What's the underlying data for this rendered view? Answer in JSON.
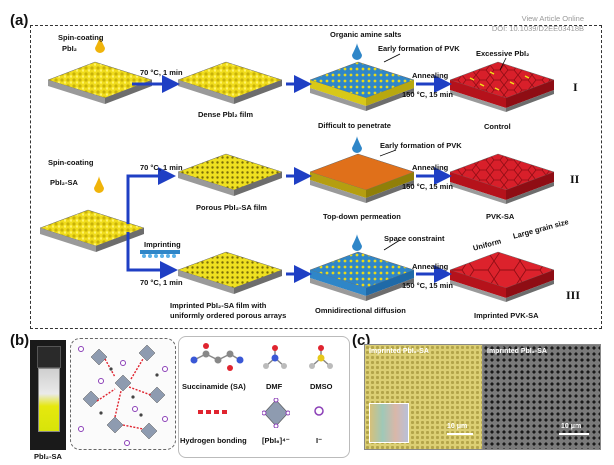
{
  "header": {
    "view_article": "View Article Online",
    "doi": "DOI: 10.1039/D2EE03418B"
  },
  "panel_a": {
    "letter": "(a)",
    "top_label_spincoating_1": "Spin-coating",
    "pbi2": "PbI₂",
    "step_70c": "70 °C, 1 min",
    "organic_amine": "Organic amine salts",
    "early_pvk": "Early formation of PVK",
    "excessive_pbi2": "Excessive PbI₂",
    "annealing": "Annealing",
    "step_150c": "150 °C, 15 min",
    "dense_film": "Dense PbI₂ film",
    "difficult": "Difficult to penetrate",
    "control": "Control",
    "roman_1": "I",
    "spincoating_2": "Spin-coating",
    "pbi2_sa": "PbI₂-SA",
    "early_pvk_2": "Early formation of PVK",
    "porous_film": "Porous PbI₂-SA film",
    "top_down": "Top-down permeation",
    "pvk_sa": "PVK-SA",
    "roman_2": "II",
    "imprinting": "Imprinting",
    "space_constraint": "Space constraint",
    "uniform": "Uniform",
    "large_grain": "Large grain size",
    "imprinted_film_1": "Imprinted PbI₂-SA film with",
    "imprinted_film_2": "uniformly ordered porous arrays",
    "omni": "Omnidirectional diffusion",
    "imprinted_pvk": "Imprinted PVK-SA",
    "roman_3": "III"
  },
  "panel_b": {
    "letter": "(b)",
    "vial_label": "PbI₂-SA",
    "succinamide": "Succinamide (SA)",
    "dmf": "DMF",
    "dmso": "DMSO",
    "hbond": "Hydrogen bonding",
    "pbi6": "[PbI₆]⁴⁻",
    "iodide": "I⁻"
  },
  "panel_c": {
    "letter": "(c)",
    "left_title": "Imprinted PbI₂-SA",
    "right_title": "Imprinted PbI₂-SA",
    "scale_left": "10 μm",
    "scale_right": "10 μm"
  },
  "colors": {
    "arrow_blue": "#1f3fc4",
    "film_yellow": "#f2e21a",
    "pvk_red": "#d81f2a",
    "pvk_orange": "#e0701a",
    "teal": "#2f8ec8"
  }
}
